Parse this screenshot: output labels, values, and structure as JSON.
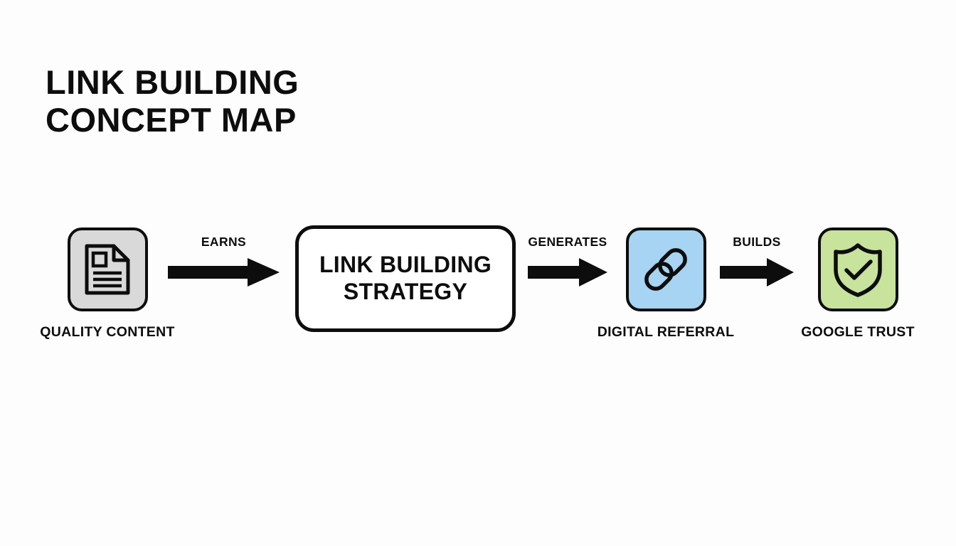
{
  "page": {
    "background_color": "#fdfdfd",
    "text_color": "#0d0d0d"
  },
  "title": {
    "line1": "LINK BUILDING",
    "line2": "CONCEPT MAP",
    "full": "LINK BUILDING CONCEPT MAP"
  },
  "diagram": {
    "type": "concept-map",
    "orientation": "left-to-right",
    "nodes": [
      {
        "id": "quality-content",
        "label": "QUALITY CONTENT",
        "icon": "document-icon",
        "tile_fill": "#d9d9d9",
        "tile_border": "#0d0d0d",
        "shape": "rounded-square"
      },
      {
        "id": "link-building-strategy",
        "label_line1": "LINK BUILDING",
        "label_line2": "STRATEGY",
        "label": "LINK BUILDING STRATEGY",
        "icon": null,
        "tile_fill": "#ffffff",
        "tile_border": "#0d0d0d",
        "shape": "rounded-rectangle"
      },
      {
        "id": "digital-referral",
        "label": "DIGITAL REFERRAL",
        "icon": "chain-link-icon",
        "tile_fill": "#a6d4f2",
        "tile_border": "#0d0d0d",
        "shape": "rounded-square"
      },
      {
        "id": "google-trust",
        "label": "GOOGLE TRUST",
        "icon": "shield-check-icon",
        "tile_fill": "#c8e39c",
        "tile_border": "#0d0d0d",
        "shape": "rounded-square"
      }
    ],
    "edges": [
      {
        "id": "earns",
        "label": "EARNS",
        "from": "quality-content",
        "to": "link-building-strategy",
        "arrow": "arrow-right-icon"
      },
      {
        "id": "generates",
        "label": "GENERATES",
        "from": "link-building-strategy",
        "to": "digital-referral",
        "arrow": "arrow-right-icon"
      },
      {
        "id": "builds",
        "label": "BUILDS",
        "from": "digital-referral",
        "to": "google-trust",
        "arrow": "arrow-right-icon"
      }
    ]
  }
}
